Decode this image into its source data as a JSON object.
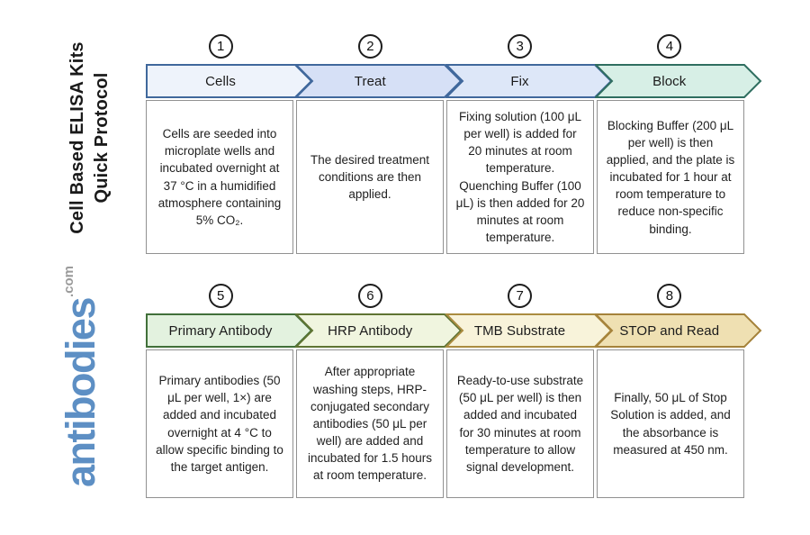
{
  "page": {
    "background": "#ffffff"
  },
  "sidebar": {
    "title_line1": "Cell Based ELISA Kits",
    "title_line2": "Quick Protocol",
    "logo_text": "antibodies",
    "logo_suffix": ".com",
    "logo_color": "#5d8fc4",
    "logo_suffix_color": "#9b9b9b"
  },
  "rows": [
    {
      "steps": [
        {
          "number": "1",
          "label": "Cells",
          "fill": "#eef3fb",
          "border": "#40689c",
          "description": "Cells are seeded into microplate wells and incubated overnight at 37 °C in a humidified atmosphere containing 5% CO₂."
        },
        {
          "number": "2",
          "label": "Treat",
          "fill": "#d6e0f6",
          "border": "#40689c",
          "description": "The desired treatment conditions are then applied."
        },
        {
          "number": "3",
          "label": "Fix",
          "fill": "#dde7f8",
          "border": "#40689c",
          "description": "Fixing solution (100 μL per well) is added for 20 minutes at room temperature. Quenching Buffer (100 μL) is then added for 20 minutes at room temperature."
        },
        {
          "number": "4",
          "label": "Block",
          "fill": "#d7efe6",
          "border": "#2f6e60",
          "description": "Blocking Buffer (200 μL per well) is then applied, and the plate is incubated for 1 hour at room temperature to reduce non-specific binding."
        }
      ]
    },
    {
      "steps": [
        {
          "number": "5",
          "label": "Primary Antibody",
          "fill": "#e3f2df",
          "border": "#41703a",
          "description": "Primary antibodies (50 μL per well, 1×) are added and incubated overnight at 4 °C to allow specific binding to the target antigen."
        },
        {
          "number": "6",
          "label": "HRP Antibody",
          "fill": "#f0f5df",
          "border": "#5f7433",
          "description": "After appropriate washing steps, HRP-conjugated secondary antibodies (50 μL per well) are added and incubated for 1.5 hours at room temperature."
        },
        {
          "number": "7",
          "label": "TMB Substrate",
          "fill": "#f8f3da",
          "border": "#ab8c40",
          "description": "Ready-to-use substrate (50 μL per well) is then added and incubated for 30 minutes at room temperature to allow signal development."
        },
        {
          "number": "8",
          "label": "STOP and Read",
          "fill": "#efe0b2",
          "border": "#a5823a",
          "description": "Finally, 50 μL of Stop Solution is added, and the absorbance is measured at 450 nm."
        }
      ]
    }
  ]
}
